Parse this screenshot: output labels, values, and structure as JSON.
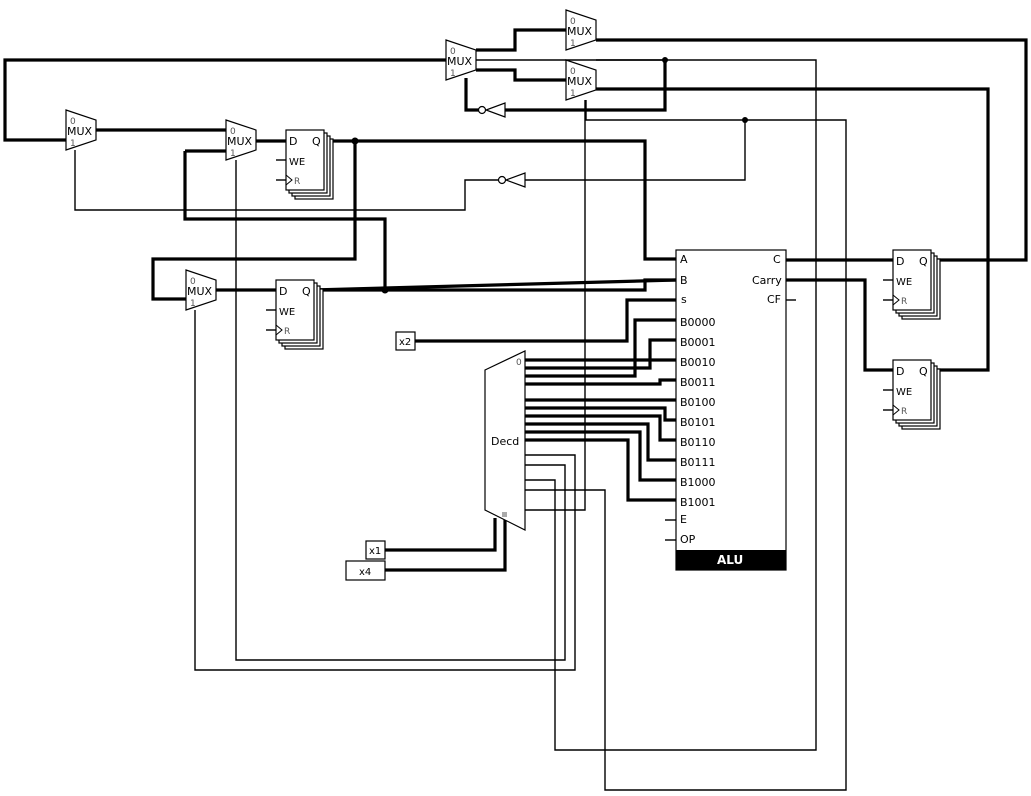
{
  "mux": {
    "label": "MUX",
    "in0": "0",
    "in1": "1"
  },
  "dff": {
    "d": "D",
    "q": "Q",
    "we": "WE",
    "r": "R"
  },
  "alu": {
    "title": "ALU",
    "in_a": "A",
    "in_b": "B",
    "in_s": "s",
    "out_c": "C",
    "out_carry": "Carry",
    "out_cf": "CF",
    "ops": [
      "B0000",
      "B0001",
      "B0010",
      "B0011",
      "B0100",
      "B0101",
      "B0110",
      "B0111",
      "B1000",
      "B1001"
    ],
    "in_e": "E",
    "in_op": "OP"
  },
  "decoder": {
    "label": "Decd",
    "first_output": "0"
  },
  "constants": {
    "x1": "x1",
    "x2": "x2",
    "x4": "x4"
  }
}
